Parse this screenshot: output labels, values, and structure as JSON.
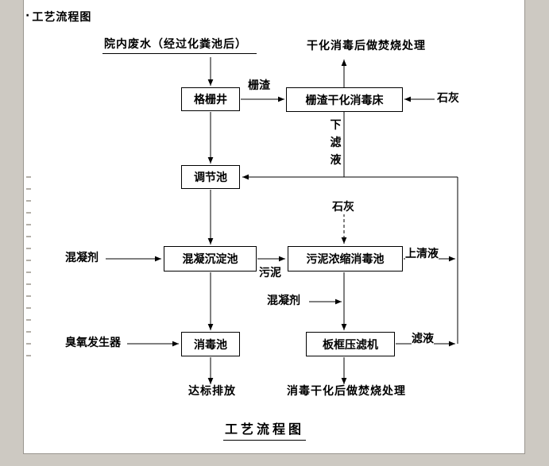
{
  "document": {
    "bullet": "·",
    "heading": "工艺流程图",
    "caption": "工艺流程图"
  },
  "flow": {
    "influent": "院内废水（经过化粪池后）",
    "grid_well": "格栅井",
    "residue_label": "栅渣",
    "residue_bed": "栅渣干化消毒床",
    "lime_top": "石灰",
    "incinerate_top": "干化消毒后做焚烧处理",
    "down_filtrate": "下滤液",
    "regulating_tank": "调节池",
    "coagulant_left": "混凝剂",
    "coagulation_tank": "混凝沉淀池",
    "sludge_label": "污泥",
    "lime_mid": "石灰",
    "sludge_tank": "污泥浓缩消毒池",
    "supernatant_label": "上清液",
    "coagulant_mid": "混凝剂",
    "filter_press": "板框压滤机",
    "filtrate_label": "滤液",
    "ozone_generator": "臭氧发生器",
    "disinfection_tank": "消毒池",
    "discharge": "达标排放",
    "incinerate_bottom": "消毒干化后做焚烧处理"
  }
}
